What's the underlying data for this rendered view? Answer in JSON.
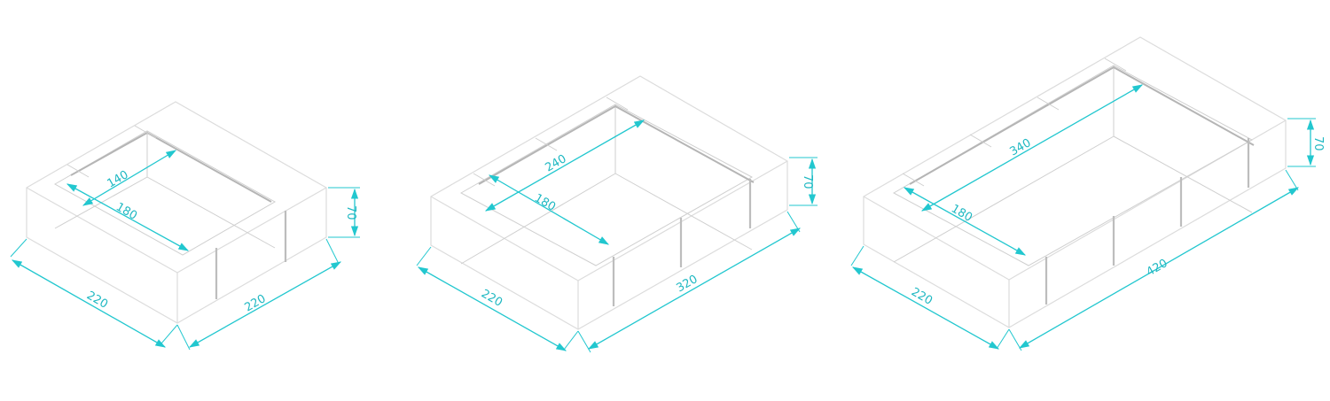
{
  "accent_color": "#22c7cf",
  "line_color": "#d6d6d6",
  "planters": [
    {
      "id": "small",
      "width_label": "220",
      "length_label": "220",
      "height_label": "70",
      "inner_width_label": "180",
      "inner_length_label": "140"
    },
    {
      "id": "medium",
      "width_label": "220",
      "length_label": "320",
      "height_label": "70",
      "inner_width_label": "180",
      "inner_length_label": "240"
    },
    {
      "id": "large",
      "width_label": "220",
      "length_label": "420",
      "height_label": "70",
      "inner_width_label": "180",
      "inner_length_label": "340"
    }
  ]
}
